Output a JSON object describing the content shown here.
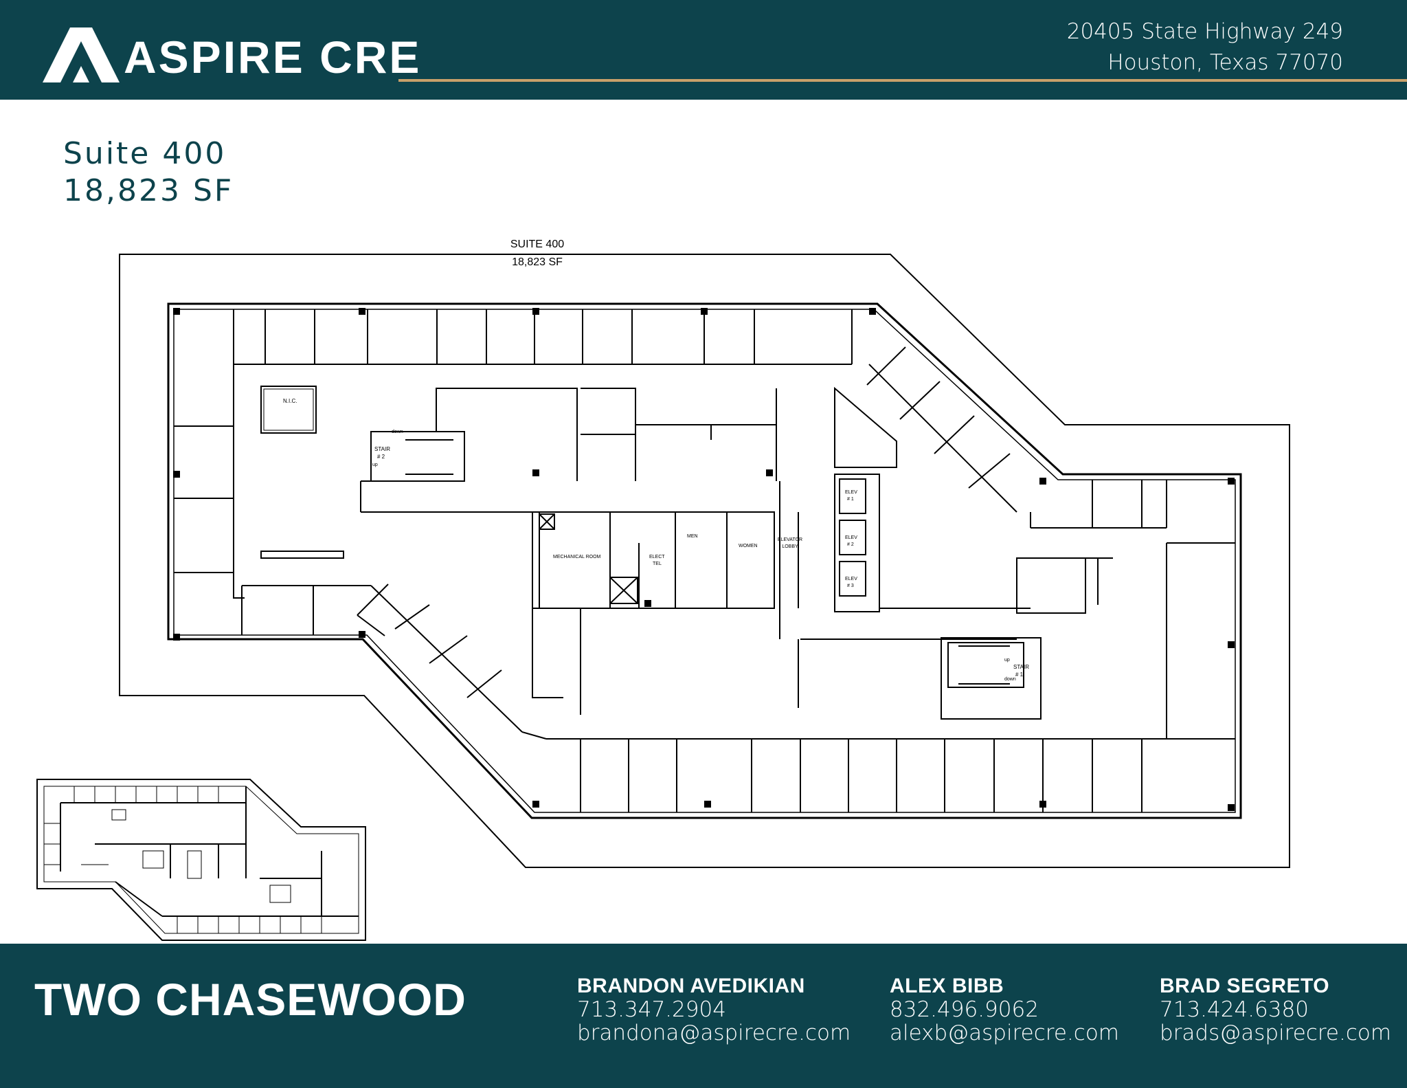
{
  "header": {
    "brand": "ASPIRE CRE",
    "address_line1": "20405 State Highway 249",
    "address_line2": "Houston, Texas 77070",
    "colors": {
      "primary": "#0d434c",
      "accent": "#c8a06a"
    }
  },
  "suite": {
    "title": "Suite 400",
    "area": "18,823 SF"
  },
  "floor_plan": {
    "suite_label": "SUITE 400",
    "suite_area": "18,823 SF",
    "rooms": {
      "nic": "N.I.C.",
      "stair2": "STAIR",
      "stair2_num": "# 2",
      "stair1": "STAIR",
      "stair1_num": "# 1",
      "down": "down",
      "up": "up",
      "mechanical": "MECHANICAL ROOM",
      "elect": "ELECT",
      "tel": "TEL",
      "men": "MEN",
      "women": "WOMEN",
      "elevator": "ELEVATOR",
      "lobby": "LOBBY",
      "elev": "ELEV",
      "elev1": "# 1",
      "elev2": "# 2",
      "elev3": "# 3"
    }
  },
  "footer": {
    "building": "TWO CHASEWOOD",
    "contacts": [
      {
        "name": "BRANDON AVEDIKIAN",
        "phone": "713.347.2904",
        "email": "brandona@aspirecre.com"
      },
      {
        "name": "ALEX BIBB",
        "phone": "832.496.9062",
        "email": "alexb@aspirecre.com"
      },
      {
        "name": "BRAD SEGRETO",
        "phone": "713.424.6380",
        "email": "brads@aspirecre.com"
      }
    ]
  }
}
